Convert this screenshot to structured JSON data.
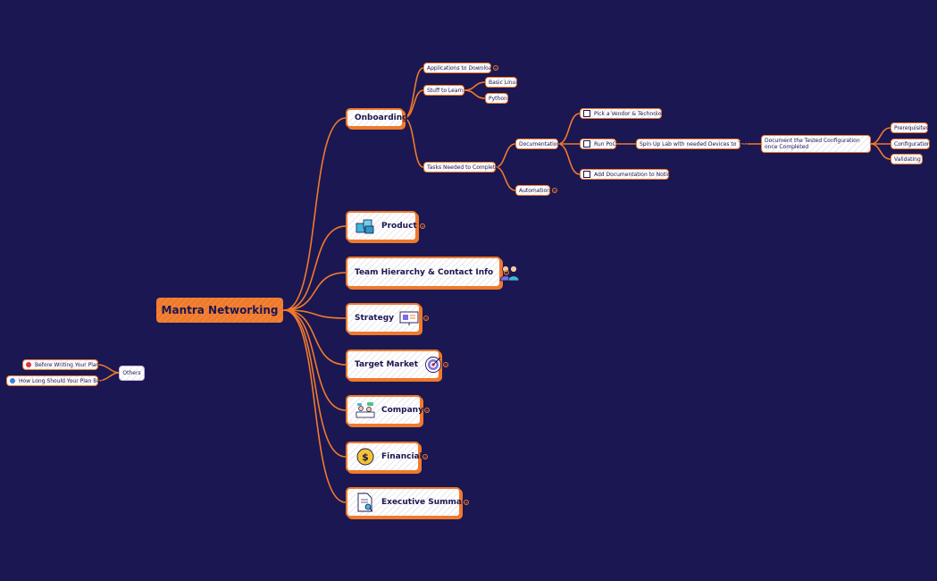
{
  "root": {
    "label": "Mantra Networking"
  },
  "onboarding": {
    "label": "Onboarding",
    "apps": "Applications to Download",
    "stuff": "Stuff to Learn",
    "basic_linux": "Basic Linux",
    "python": "Python",
    "tasks": "Tasks Needed to Complete",
    "documentation": "Documentation",
    "pick_vendor": "Pick a Vendor & Technology",
    "run_poc": "Run PoC",
    "spin_up": "Spin Up Lab with needed Devices to Test",
    "document_tested": "Document the Tested Configuration once Completed",
    "prerequisites": "Prerequisites",
    "configuration": "Configuration",
    "validating": "Validating",
    "add_doc": "Add Documentation to Notion",
    "automation": "Automation"
  },
  "branches": [
    {
      "label": "Product",
      "icon": "boxes-icon"
    },
    {
      "label": "Team Hierarchy & Contact Info",
      "icon": "team-icon"
    },
    {
      "label": "Strategy",
      "icon": "presentation-board-icon"
    },
    {
      "label": "Target Market",
      "icon": "target-icon"
    },
    {
      "label": "Company",
      "icon": "office-icon"
    },
    {
      "label": "Financial",
      "icon": "dollar-coin-icon"
    },
    {
      "label": "Executive Summary",
      "icon": "document-search-icon"
    }
  ],
  "others": {
    "label": "Others",
    "items": [
      "Before Writing Your Plan",
      "How Long Should Your Plan Be?"
    ]
  },
  "colors": {
    "background": "#1b1752",
    "accent": "#f07a2c",
    "node": "#ffffff",
    "text": "#1b1752"
  }
}
